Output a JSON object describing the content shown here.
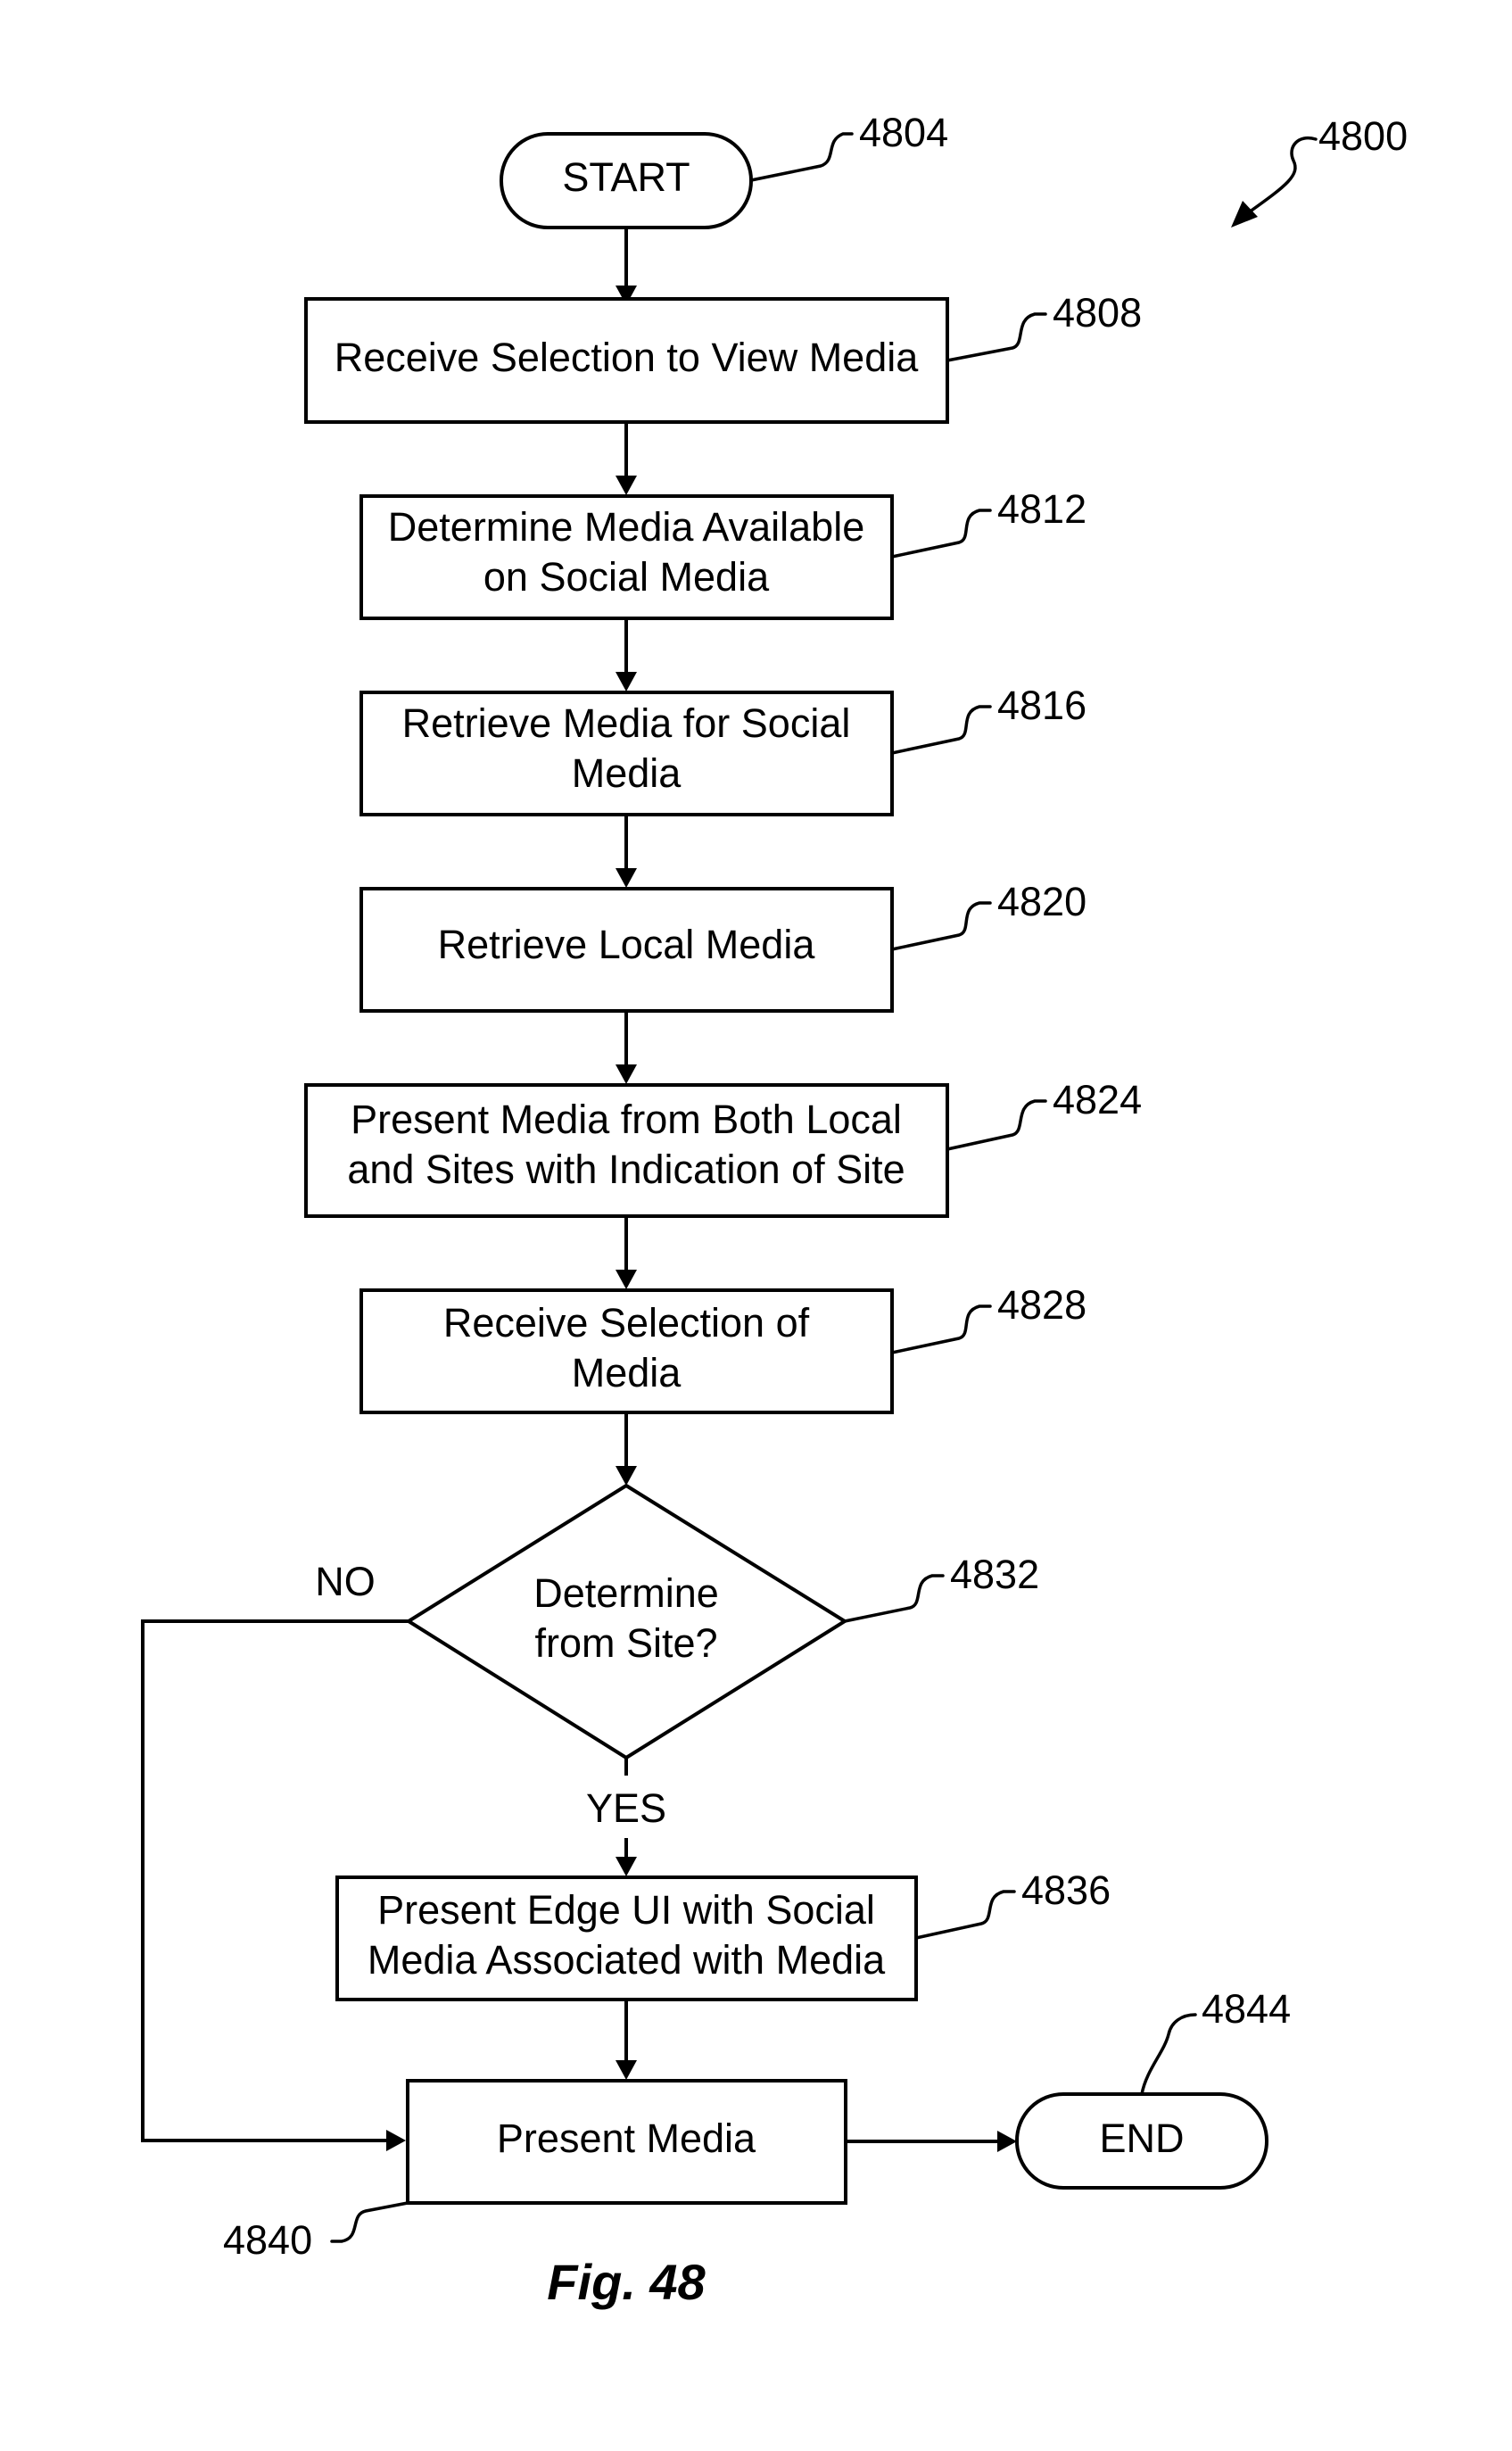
{
  "figure": {
    "id": "4800",
    "caption": "Fig. 48"
  },
  "nodes": {
    "start": {
      "label": "START",
      "ref": "4804"
    },
    "receive_selection_view": {
      "line1": "Receive Selection to View Media",
      "ref": "4808"
    },
    "determine_media": {
      "line1": "Determine Media Available",
      "line2": "on Social Media",
      "ref": "4812"
    },
    "retrieve_social": {
      "line1": "Retrieve Media for Social",
      "line2": "Media",
      "ref": "4816"
    },
    "retrieve_local": {
      "line1": "Retrieve Local Media",
      "ref": "4820"
    },
    "present_both": {
      "line1": "Present Media from Both Local",
      "line2": "and Sites with Indication of Site",
      "ref": "4824"
    },
    "receive_selection_media": {
      "line1": "Receive Selection of",
      "line2": "Media",
      "ref": "4828"
    },
    "decision": {
      "line1": "Determine",
      "line2": "from Site?",
      "ref": "4832"
    },
    "present_edge": {
      "line1": "Present Edge UI with Social",
      "line2": "Media Associated with Media",
      "ref": "4836"
    },
    "present_media": {
      "line1": "Present Media",
      "ref": "4840"
    },
    "end": {
      "label": "END",
      "ref": "4844"
    }
  },
  "edges": {
    "no_label": "NO",
    "yes_label": "YES"
  },
  "colors": {
    "stroke": "#000000",
    "fill": "#ffffff"
  }
}
